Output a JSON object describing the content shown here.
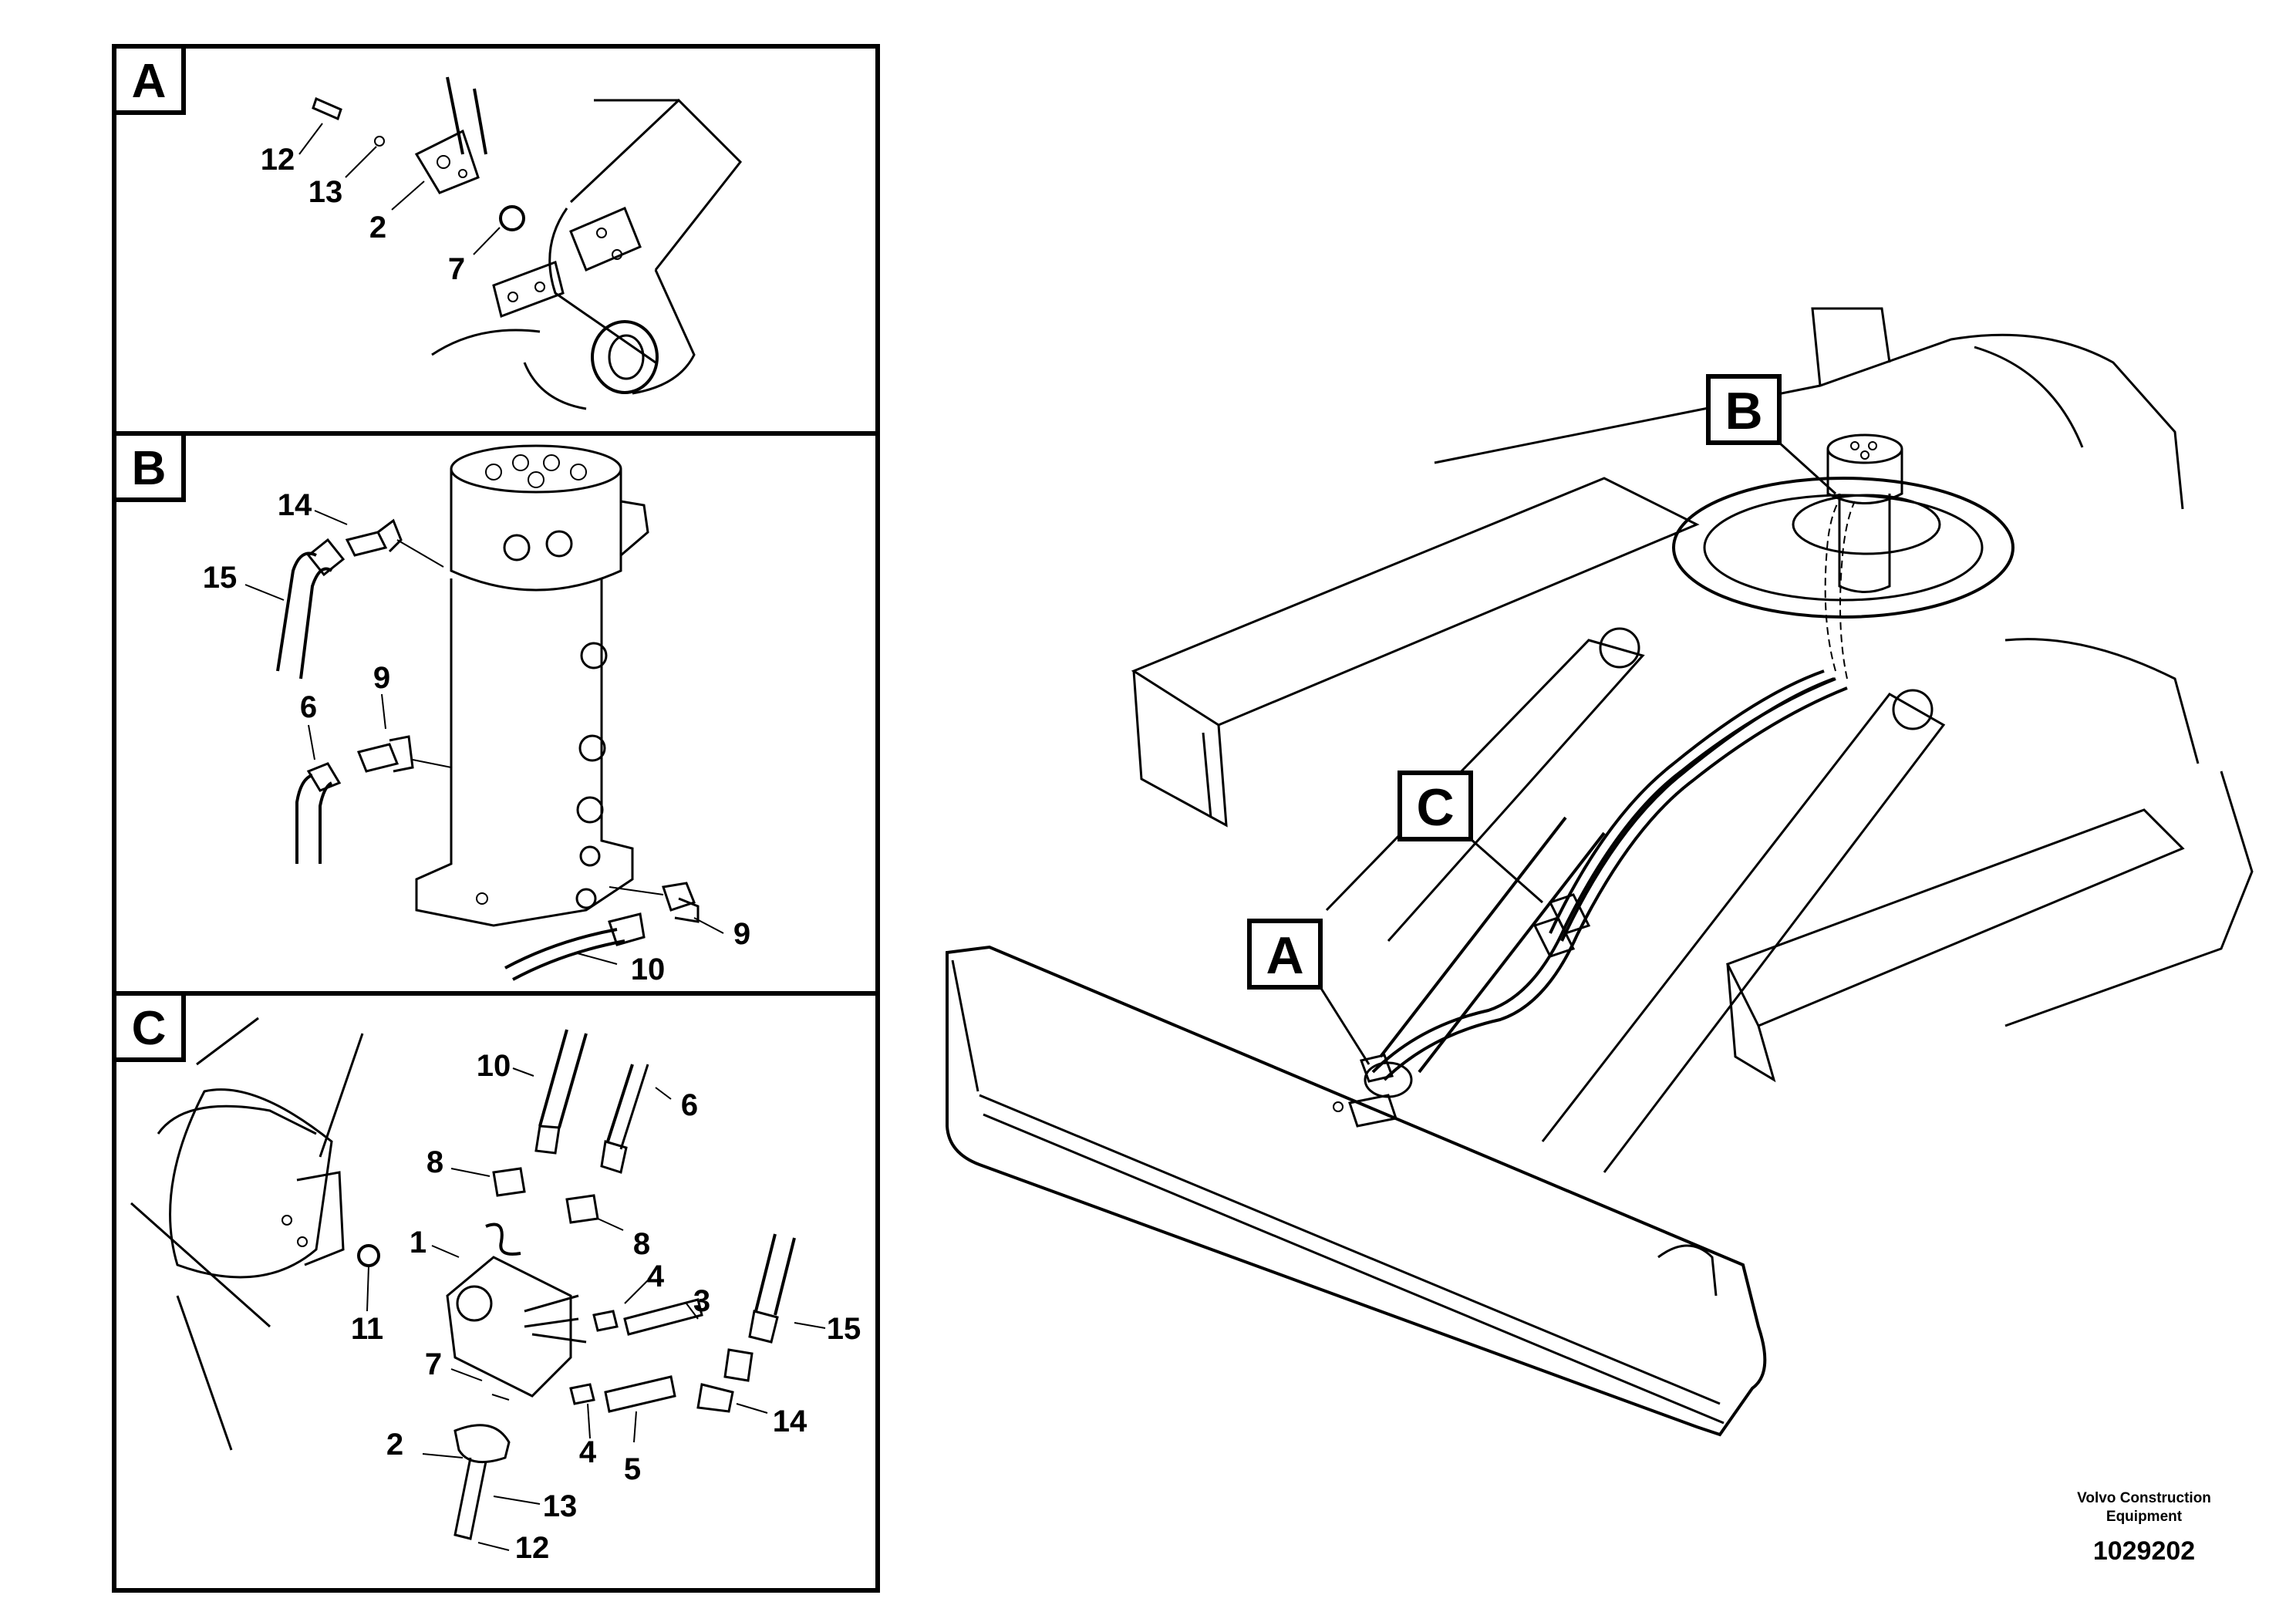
{
  "panels": {
    "A": {
      "letter": "A",
      "callouts": [
        "12",
        "13",
        "2",
        "7"
      ]
    },
    "B": {
      "letter": "B",
      "callouts": [
        "14",
        "15",
        "9",
        "6",
        "9",
        "10"
      ]
    },
    "C": {
      "letter": "C",
      "callouts": [
        "10",
        "6",
        "8",
        "8",
        "1",
        "4",
        "3",
        "11",
        "15",
        "7",
        "14",
        "4",
        "5",
        "2",
        "13",
        "12"
      ]
    }
  },
  "overview": {
    "labels": [
      "B",
      "C",
      "A"
    ]
  },
  "footer": {
    "credit_line1": "Volvo Construction",
    "credit_line2": "Equipment",
    "document_number": "1029202"
  }
}
